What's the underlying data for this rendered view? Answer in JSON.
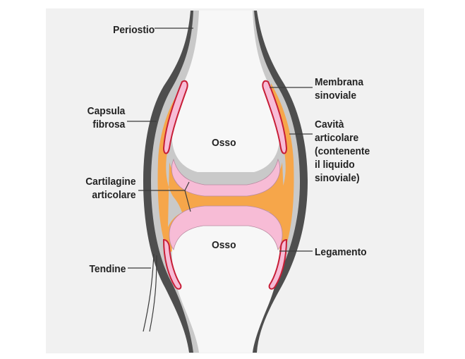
{
  "colors": {
    "page_background": "#ffffff",
    "paper": "#f1f1f1",
    "bone_fill": "#f7f7f7",
    "periosteum_gray": "#c9c9c9",
    "capsule_dark": "#4e4e4e",
    "cavity_orange": "#f6a64a",
    "cartilage_pink": "#f7bcd6",
    "synovial_red": "#c71e37",
    "leader_line": "#3b3b3b",
    "label_text": "#232323"
  },
  "labels": {
    "periostio": "Periostio",
    "capsula_fibrosa": [
      "Capsula",
      "fibrosa"
    ],
    "cartilagine_articolare": [
      "Cartilagine",
      "articolare"
    ],
    "tendine": "Tendine",
    "membrana_sinoviale": [
      "Membrana",
      "sinoviale"
    ],
    "cavita_articolare": [
      "Cavità",
      "articolare",
      "(contenente",
      "il liquido",
      "sinoviale)"
    ],
    "legamento": "Legamento",
    "osso_superiore": "Osso",
    "osso_inferiore": "Osso"
  }
}
